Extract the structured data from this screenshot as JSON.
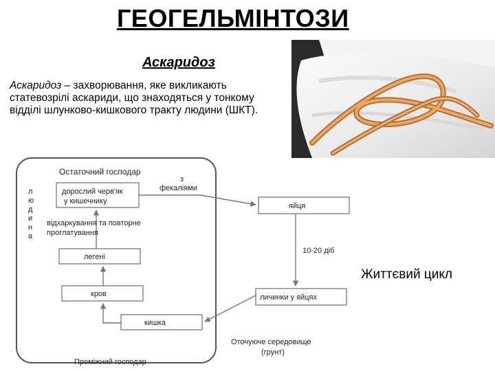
{
  "title": "ГЕОГЕЛЬМІНТОЗИ",
  "subtitle": "Аскаридоз",
  "description": {
    "term": "Аскаридоз",
    "text": " – захворювання, яке викликають статевозрілі аскариди, що знаходяться у тонкому відділі шлунково-кишкового тракту людини (ШКТ)."
  },
  "photo": {
    "subject": "roundworm-on-glove"
  },
  "lifecycle_caption": "Життєвий цикл",
  "diagram": {
    "definitive_host": "Остаточний господар",
    "human_vertical": [
      "л",
      "ю",
      "д",
      "и",
      "н",
      "а"
    ],
    "feces_line1": "з",
    "feces_line2": "фекаліями",
    "adult_line1": "дорослий черв'як",
    "adult_line2": "у кишечнику",
    "cough_line1": "відхаркування та повторне",
    "cough_line2": "проглатування",
    "lungs": "легені",
    "blood": "кров",
    "intestine": "кишка",
    "intermediate_host": "Проміжний господар",
    "eggs": "яйця",
    "days": "10-20 діб",
    "larvae": "личинки у яйцях",
    "environment_line1": "Оточуюче середовище",
    "environment_line2": "(грунт)"
  }
}
